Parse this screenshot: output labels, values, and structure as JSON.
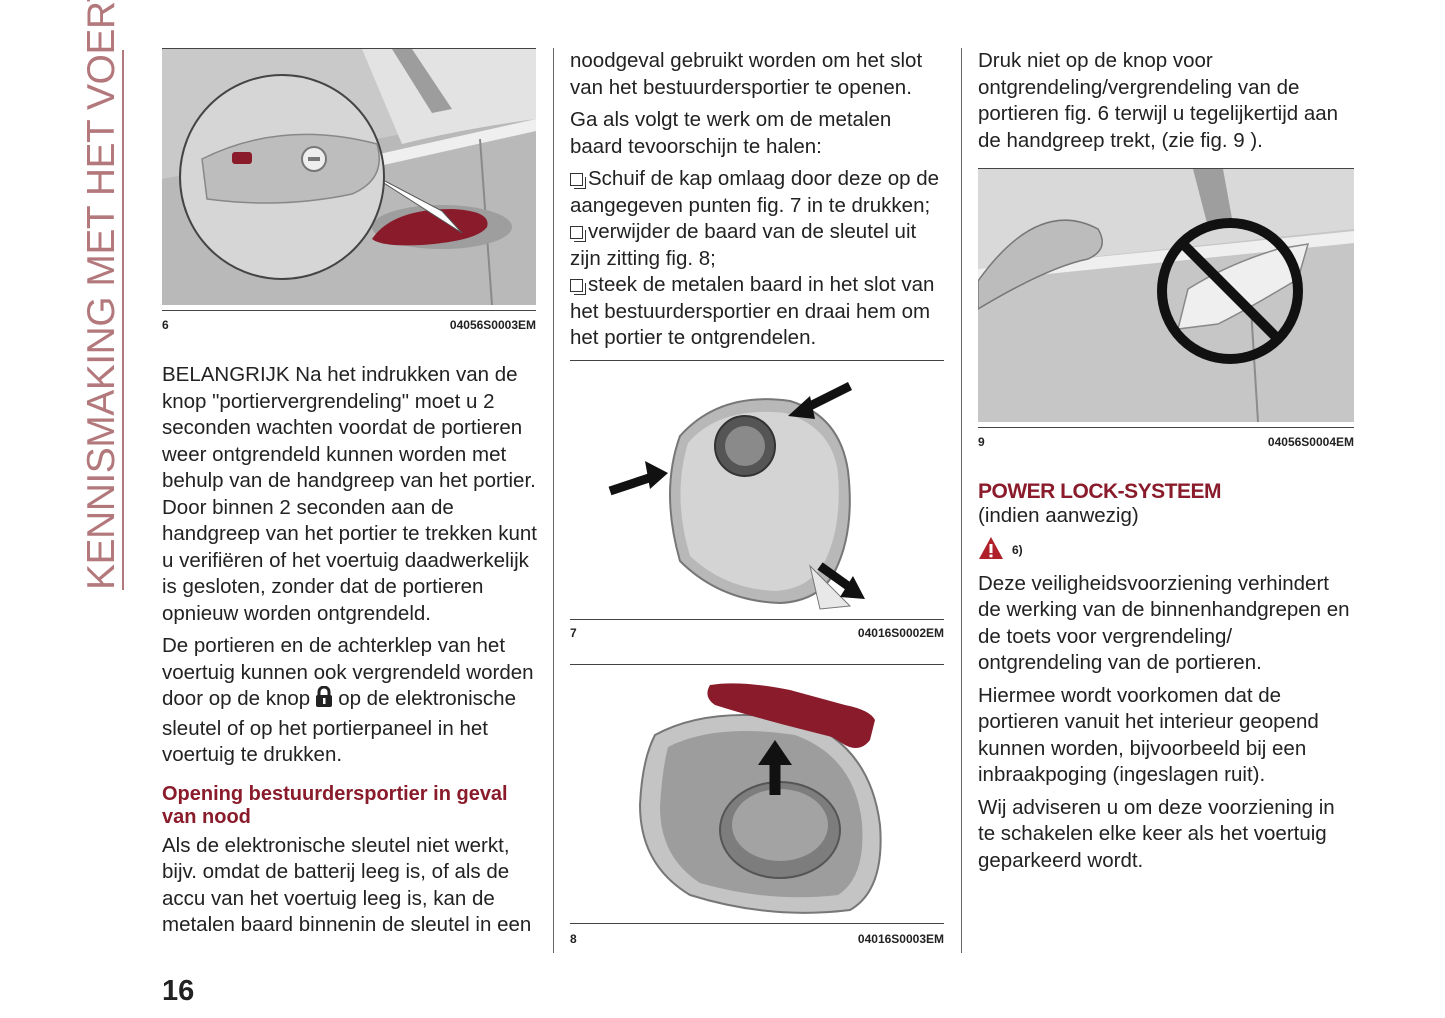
{
  "side_title": "KENNISMAKING MET HET VOERTUIG",
  "page_number": "16",
  "col1": {
    "fig6": {
      "number": "6",
      "code": "04056S0003EM"
    },
    "p1": "BELANGRIJK Na het indrukken van de knop \"portiervergrendeling\" moet u 2 seconden wachten voordat de portieren weer ontgrendeld kunnen worden met behulp van de handgreep van het portier. Door binnen 2 seconden aan de handgreep van het portier te trekken kunt u verifiëren of het voertuig daadwerkelijk is gesloten, zonder dat de portieren opnieuw worden ontgrendeld.",
    "p2_before": "De portieren en de achterklep van het voertuig kunnen ook vergrendeld worden door op de knop",
    "p2_after": "op de elektronische sleutel of op het portierpaneel in het voertuig te drukken.",
    "heading": "Opening bestuurdersportier in geval van nood",
    "p3": "Als de elektronische sleutel niet werkt, bijv. omdat de batterij leeg is, of als de accu van het voertuig leeg is, kan de metalen baard binnenin de sleutel in een"
  },
  "col2": {
    "p1": "noodgeval gebruikt worden om het slot van het bestuurdersportier te openen.",
    "p2": "Ga als volgt te werk om de metalen baard tevoorschijn te halen:",
    "bullets": [
      "Schuif de kap omlaag door deze op de aangegeven punten fig. 7 in te drukken;",
      "verwijder de baard van de sleutel uit zijn zitting fig. 8;",
      "steek de metalen baard in het slot van het bestuurdersportier en draai hem om het portier te ontgrendelen."
    ],
    "fig7": {
      "number": "7",
      "code": "04016S0002EM"
    },
    "fig8": {
      "number": "8",
      "code": "04016S0003EM"
    }
  },
  "col3": {
    "p1": "Druk niet op de knop voor ontgrendeling/vergrendeling van de portieren fig. 6 terwijl u tegelijkertijd aan de handgreep trekt, (zie fig. 9 ).",
    "fig9": {
      "number": "9",
      "code": "04056S0004EM"
    },
    "heading": "POWER LOCK-SYSTEEM",
    "subheading": "(indien aanwezig)",
    "warning_ref": "6)",
    "p2": "Deze veiligheidsvoorziening verhindert de werking van de binnenhandgrepen en de toets voor vergrendeling/ ontgrendeling van de portieren.",
    "p3": "Hiermee wordt voorkomen dat de portieren vanuit het interieur geopend kunnen worden, bijvoorbeeld bij een inbraakpoging (ingeslagen ruit).",
    "p4": "Wij adviseren u om deze voorziening in te schakelen elke keer als het voertuig geparkeerd wordt."
  },
  "colors": {
    "accent": "#8a1b2b",
    "side_title": "#b3787c"
  }
}
